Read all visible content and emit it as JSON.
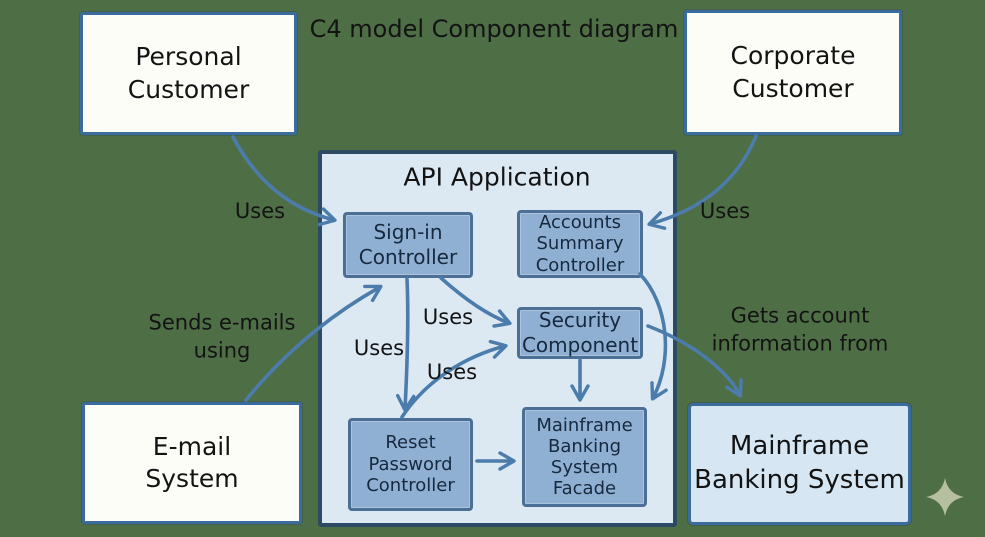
{
  "title": "C4 model Component diagram",
  "colors": {
    "background": "#4e6e46",
    "container_fill": "#dce9f3",
    "container_border": "#2c4a63",
    "component_fill": "#8fb0d2",
    "component_border": "#4c7095",
    "component_text": "#16293f",
    "external_box_fill": "#fdfdf8",
    "external_box_border": "#3a6d9e",
    "external_system_fill": "#d6e7f3",
    "arrow": "#4b7cab",
    "label_text": "#131313",
    "sparkle": "#b6bf9f"
  },
  "nodes": {
    "personal_customer": {
      "label": "Personal\nCustomer"
    },
    "corporate_customer": {
      "label": "Corporate\nCustomer"
    },
    "email_system": {
      "label": "E-mail\nSystem"
    },
    "mainframe_banking_system": {
      "label": "Mainframe\nBanking System"
    }
  },
  "container": {
    "title": "API Application",
    "components": {
      "sign_in_controller": {
        "label": "Sign-in\nController"
      },
      "accounts_summary_controller": {
        "label": "Accounts\nSummary\nController"
      },
      "security_component": {
        "label": "Security\nComponent"
      },
      "reset_password_controller": {
        "label": "Reset\nPassword\nController"
      },
      "mainframe_banking_system_facade": {
        "label": "Mainframe\nBanking\nSystem\nFacade"
      }
    }
  },
  "edge_labels": {
    "uses_personal": "Uses",
    "uses_corporate": "Uses",
    "sends_emails": "Sends e-mails\nusing",
    "uses_signin_security": "Uses",
    "uses_signin_reset": "Uses",
    "uses_reset_security": "Uses",
    "gets_account_info": "Gets account\ninformation from"
  }
}
